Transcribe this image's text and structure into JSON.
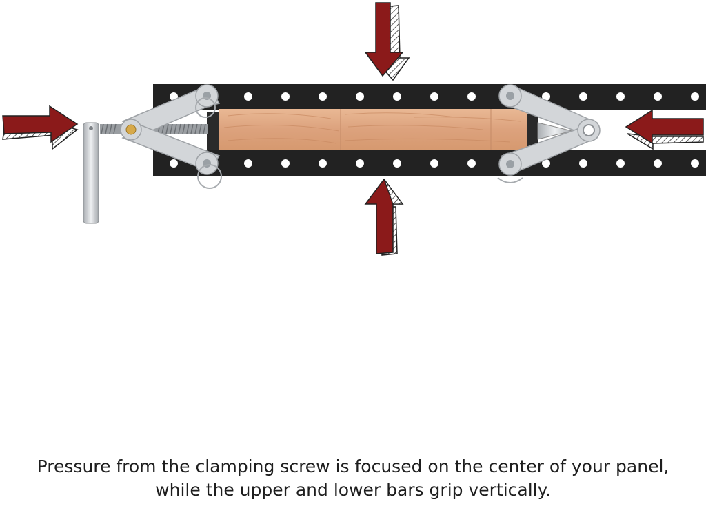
{
  "caption": {
    "line1": "Pressure from the clamping screw is focused on the center of your panel,",
    "line2": "while the upper and lower bars grip vertically."
  },
  "colors": {
    "bar": "#222222",
    "arrow": "#8b1a1a",
    "wood": "#e0a884",
    "steel": "#cfd2d5"
  },
  "arrows": [
    "arrow-top-down",
    "arrow-bottom-up",
    "arrow-left-right",
    "arrow-right-left"
  ]
}
